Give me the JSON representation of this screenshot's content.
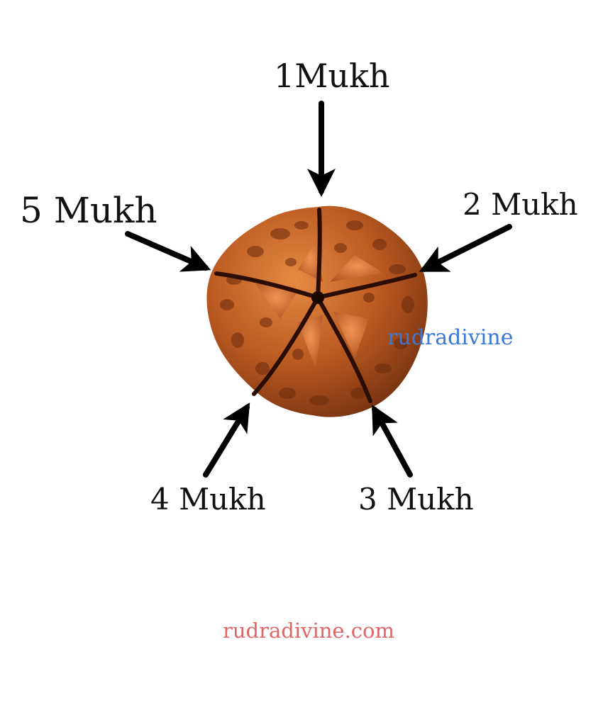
{
  "labels": {
    "mukh1": "1Mukh",
    "mukh2": "2 Mukh",
    "mukh3": "3 Mukh",
    "mukh4": "4 Mukh",
    "mukh5": "5 Mukh"
  },
  "watermark_bead": "rudradivine",
  "watermark_footer": "rudradivine.com",
  "colors": {
    "bead_base": "#b5541f",
    "bead_highlight": "#e07a34",
    "bead_shadow": "#6a2a0c",
    "groove": "#2a0e05",
    "arrow": "#000000",
    "watermark_bead": "#3b78d8",
    "watermark_footer": "#e06666"
  }
}
